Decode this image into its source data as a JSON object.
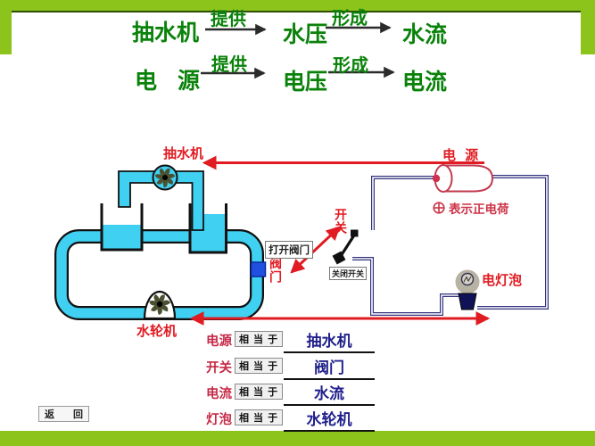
{
  "colors": {
    "frame_green": "#8cc41c",
    "frame_dark_line": "#2f4f02",
    "flow_text_green": "#0a820a",
    "diagram_red": "#e11b22",
    "table_electric_red": "#c62a48",
    "table_water_navy": "#20208c",
    "pipe_cyan": "#3fd0f2",
    "wire_navy": "#32327e",
    "battery_crimson": "#c23a50",
    "valve_blue": "#2050e0"
  },
  "flowchart": {
    "rows": [
      {
        "source": "抽水机",
        "arrow1_label": "提供",
        "mid": "水压",
        "arrow2_label": "形成",
        "result": "水流"
      },
      {
        "source": "电 源",
        "arrow1_label": "提供",
        "mid": "电压",
        "arrow2_label": "形成",
        "result": "电流"
      }
    ]
  },
  "diagram": {
    "pump_label": "抽水机",
    "turbine_label": "水轮机",
    "valve_label": "阀门",
    "open_valve_note": "打开阀门",
    "switch_label": "开关",
    "close_switch_note": "关闭开关",
    "battery_label": "电 源",
    "positive_charge_note": "表示正电荷",
    "bulb_label": "电灯泡"
  },
  "analogy_table": {
    "relation_label": "相 当 于",
    "rows": [
      {
        "electric": "电源",
        "water": "抽水机"
      },
      {
        "electric": "开关",
        "water": "阀门"
      },
      {
        "electric": "电流",
        "water": "水流"
      },
      {
        "electric": "灯泡",
        "water": "水轮机"
      }
    ]
  },
  "footer": {
    "back_button": "返 回"
  }
}
